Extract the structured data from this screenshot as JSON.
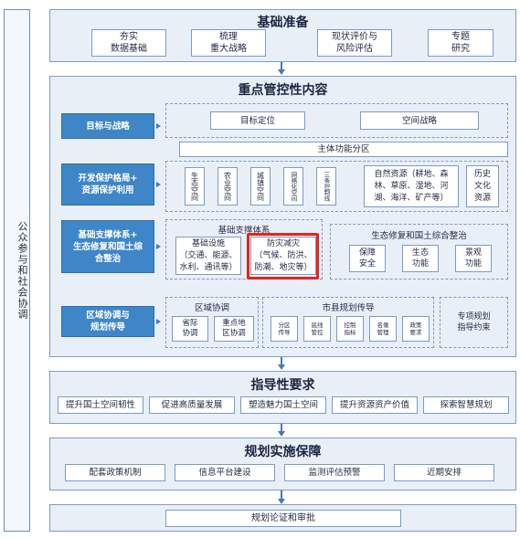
{
  "side": {
    "label": "公众参与和社会协调"
  },
  "basic": {
    "title": "基础准备",
    "items": [
      "夯实\n数据基础",
      "梳理\n重大战略",
      "现状评价与\n风险评估",
      "专题\n研究"
    ]
  },
  "key": {
    "title": "重点管控性内容",
    "goal": {
      "label": "目标与战略",
      "items": [
        "目标定位",
        "空间战略"
      ]
    },
    "zoning": {
      "label": "主体功能分区"
    },
    "dev": {
      "label": "开发保护格局+\n资源保护利用",
      "vitems": [
        "生态空间",
        "农业空间",
        "城镇空间",
        "网络化空间",
        "三条控制线"
      ],
      "resources": "自然资源（耕地、森\n林、草原、湿地、河\n湖、海洋、矿产等）",
      "heritage": "历史\n文化\n资源"
    },
    "support": {
      "label": "基础支撑体系+\n生态修复和国土综\n合整治",
      "system_title": "基础支撑体系",
      "infra": "基础设施\n（交通、能源、\n水利、通讯等）",
      "disaster": "防灾减灾\n（气候、防洪、\n防潮、地灾等）",
      "eco_title": "生态修复和国土综合整治",
      "eco_items": [
        "保障\n安全",
        "生态\n功能",
        "景观\n功能"
      ]
    },
    "region": {
      "label": "区域协调与\n规划传导",
      "coord_title": "区域协调",
      "coord_items": [
        "省际\n协调",
        "重点地\n区协调"
      ],
      "trans_title": "市县规划传导",
      "trans_items": [
        "分区\n传导",
        "底线\n管控",
        "控制\n指标",
        "名录\n管理",
        "政策\n要求"
      ],
      "special": "专项规划\n指导约束"
    }
  },
  "guide": {
    "title": "指导性要求",
    "items": [
      "提升国土空间韧性",
      "促进高质量发展",
      "塑造魅力国土空间",
      "提升资源资产价值",
      "探索智慧规划"
    ]
  },
  "impl": {
    "title": "规划实施保障",
    "items": [
      "配套政策机制",
      "信息平台建设",
      "监测评估预警",
      "近期安排"
    ]
  },
  "final": {
    "label": "规划论证和审批"
  }
}
